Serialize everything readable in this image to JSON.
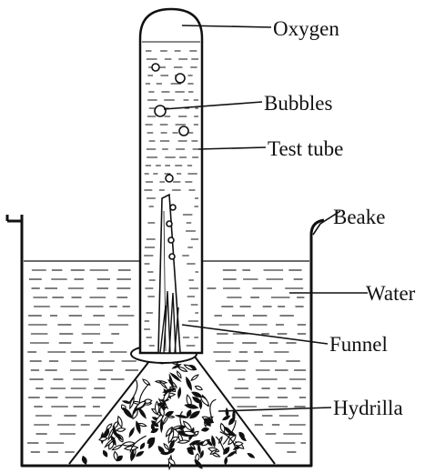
{
  "labels": {
    "oxygen": "Oxygen",
    "bubbles": "Bubbles",
    "test_tube": "Test tube",
    "beaker": "Beake",
    "water": "Water",
    "funnel": "Funnel",
    "hydrilla": "Hydrilla"
  },
  "colors": {
    "ink": "#111111",
    "background": "#ffffff"
  },
  "icons": {
    "bubbles": "circle",
    "plant": "leaf-cluster"
  }
}
